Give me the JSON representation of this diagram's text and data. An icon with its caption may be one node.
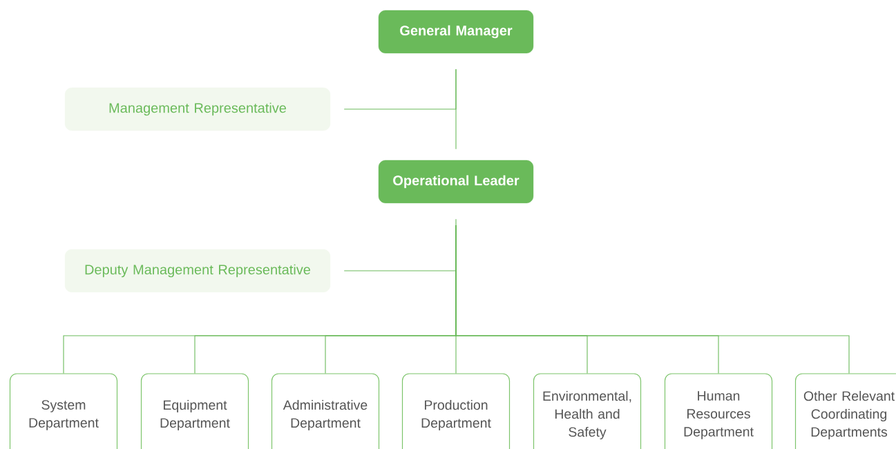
{
  "diagram": {
    "nodes": [
      {
        "text": [
          "General Manager"
        ]
      },
      {
        "text": [
          "Management Representative"
        ]
      },
      {
        "text": [
          "Operational Leader"
        ]
      },
      {
        "text": [
          "Deputy Management Representative"
        ]
      },
      {
        "text": [
          "System Department"
        ]
      },
      {
        "text": [
          "Equipment Department"
        ]
      },
      {
        "text": [
          "Administrative Department"
        ]
      },
      {
        "text": [
          "Production Department"
        ]
      },
      {
        "text": [
          "Environmental, Health and Safety"
        ]
      },
      {
        "text": [
          "Human Resources Department"
        ]
      },
      {
        "text": [
          "Other Relevant Coordinating Departments"
        ]
      }
    ],
    "edges": [
      {
        "from": 0,
        "to": 1,
        "arrow": "none"
      },
      {
        "from": 0,
        "to": 2,
        "arrow": "none"
      },
      {
        "from": 2,
        "to": 3,
        "arrow": "none"
      },
      {
        "from": 2,
        "to": 4,
        "arrow": "none"
      },
      {
        "from": 2,
        "to": 5,
        "arrow": "none"
      },
      {
        "from": 2,
        "to": 6,
        "arrow": "none"
      },
      {
        "from": 2,
        "to": 7,
        "arrow": "none"
      },
      {
        "from": 2,
        "to": 8,
        "arrow": "none"
      },
      {
        "from": 2,
        "to": 9,
        "arrow": "none"
      },
      {
        "from": 2,
        "to": 10,
        "arrow": "none"
      }
    ]
  }
}
